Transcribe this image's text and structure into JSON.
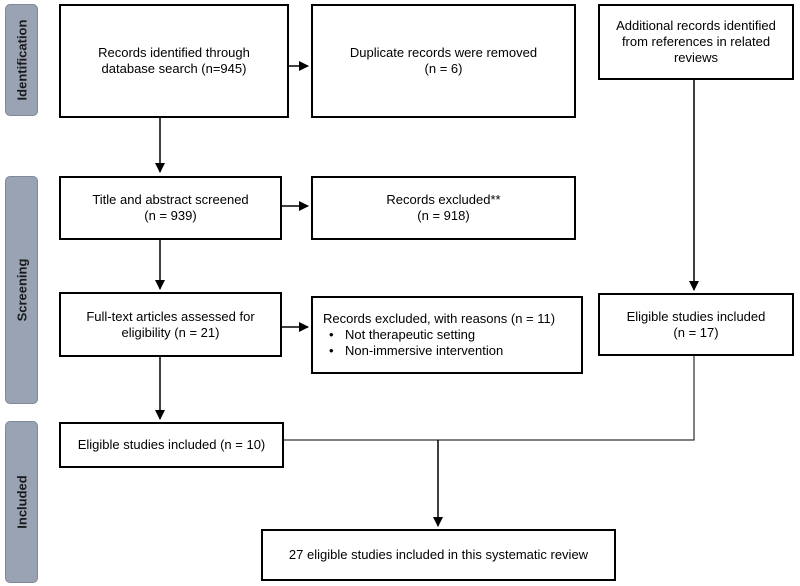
{
  "stages": {
    "identification": "Identification",
    "screening": "Screening",
    "included": "Included"
  },
  "boxes": {
    "records_identified": "Records identified through database search (n=945)",
    "duplicates_removed_line1": "Duplicate records were removed",
    "duplicates_removed_line2": "(n = 6)",
    "additional_records": "Additional records identified from references in related reviews",
    "title_abstract_line1": "Title and abstract screened",
    "title_abstract_line2": "(n = 939)",
    "records_excluded_line1": "Records excluded**",
    "records_excluded_line2": "(n = 918)",
    "fulltext_assessed": "Full-text articles assessed for eligibility (n = 21)",
    "excluded_reasons_title": "Records excluded, with reasons (n = 11)",
    "excluded_reasons": [
      "Not therapeutic setting",
      "Non-immersive intervention"
    ],
    "eligible_other_line1": "Eligible studies included",
    "eligible_other_line2": "(n = 17)",
    "eligible_included": "Eligible studies included (n = 10)",
    "final_review": "27 eligible studies included in this systematic review"
  }
}
